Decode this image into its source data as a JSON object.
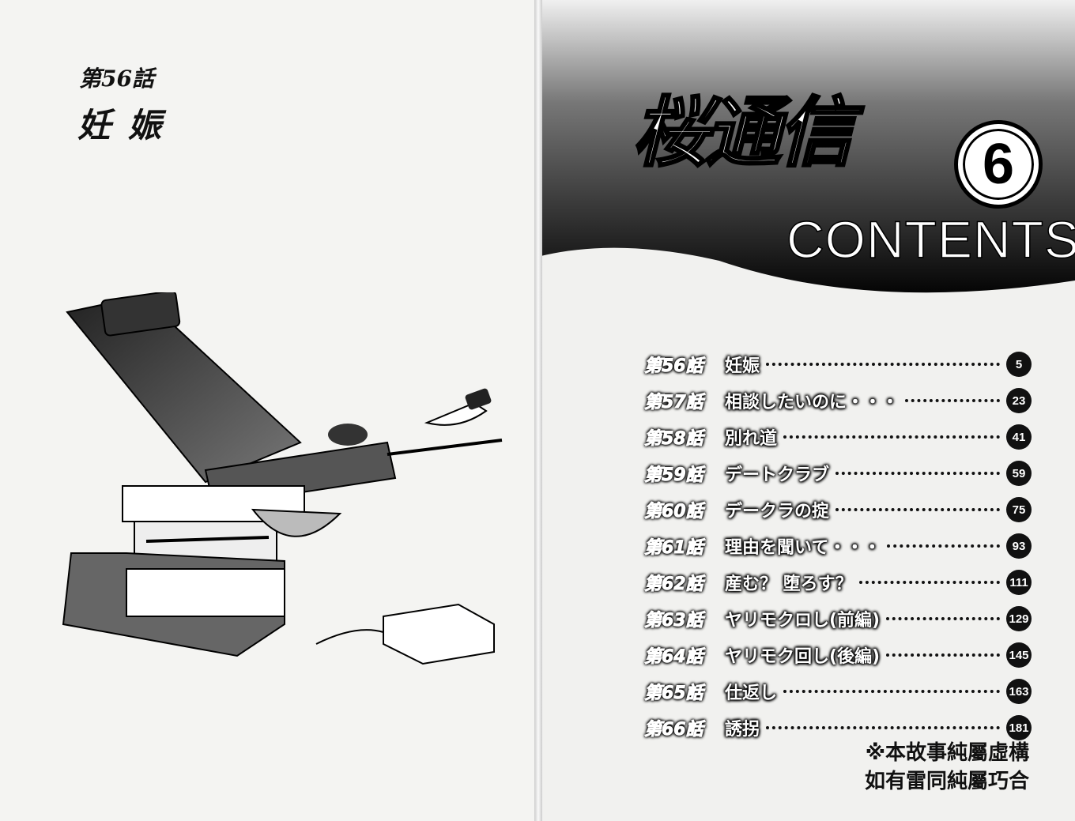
{
  "left_page": {
    "chapter_number": "第56話",
    "chapter_title": "妊娠"
  },
  "right_page": {
    "logo_title": "桜通信",
    "volume": "6",
    "heading": "CONTENTS",
    "toc": [
      {
        "chapter": "第56話",
        "title": "妊娠",
        "page": "5"
      },
      {
        "chapter": "第57話",
        "title": "相談したいのに・・・",
        "page": "23"
      },
      {
        "chapter": "第58話",
        "title": "別れ道",
        "page": "41"
      },
      {
        "chapter": "第59話",
        "title": "デートクラブ",
        "page": "59"
      },
      {
        "chapter": "第60話",
        "title": "デークラの掟",
        "page": "75"
      },
      {
        "chapter": "第61話",
        "title": "理由を聞いて・・・",
        "page": "93"
      },
      {
        "chapter": "第62話",
        "title": "産む？ 堕ろす？",
        "page": "111"
      },
      {
        "chapter": "第63話",
        "title": "ヤリモクロし(前編)",
        "page": "129"
      },
      {
        "chapter": "第64話",
        "title": "ヤリモク回し(後編)",
        "page": "145"
      },
      {
        "chapter": "第65話",
        "title": "仕返し",
        "page": "163"
      },
      {
        "chapter": "第66話",
        "title": "誘拐",
        "page": "181"
      }
    ],
    "disclaimer_line1": "※本故事純屬虛構",
    "disclaimer_line2": "如有雷同純屬巧合"
  }
}
